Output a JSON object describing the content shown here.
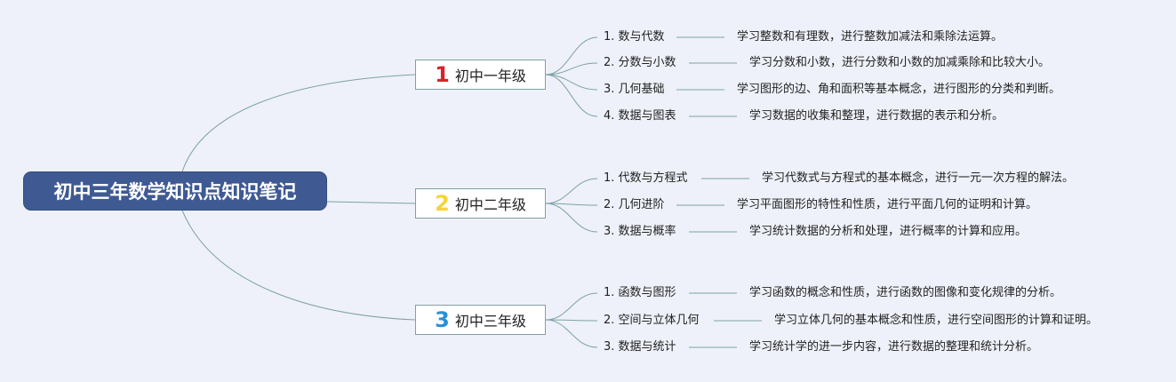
{
  "root": {
    "title": "初中三年数学知识点知识笔记"
  },
  "colors": {
    "root_bg": "#3f5a93",
    "connector": "#7fa1a4",
    "grade1_num": "#d8232a",
    "grade2_num": "#f5d339",
    "grade3_num": "#2a8fd6"
  },
  "grades": [
    {
      "number": "1",
      "label": "初中一年级",
      "topics": [
        {
          "name": "1. 数与代数",
          "desc": "学习整数和有理数，进行整数加减法和乘除法运算。"
        },
        {
          "name": "2. 分数与小数",
          "desc": "学习分数和小数，进行分数和小数的加减乘除和比较大小。"
        },
        {
          "name": "3. 几何基础",
          "desc": "学习图形的边、角和面积等基本概念，进行图形的分类和判断。"
        },
        {
          "name": "4. 数据与图表",
          "desc": "学习数据的收集和整理，进行数据的表示和分析。"
        }
      ]
    },
    {
      "number": "2",
      "label": "初中二年级",
      "topics": [
        {
          "name": "1. 代数与方程式",
          "desc": "学习代数式与方程式的基本概念，进行一元一次方程的解法。"
        },
        {
          "name": "2. 几何进阶",
          "desc": "学习平面图形的特性和性质，进行平面几何的证明和计算。"
        },
        {
          "name": "3. 数据与概率",
          "desc": "学习统计数据的分析和处理，进行概率的计算和应用。"
        }
      ]
    },
    {
      "number": "3",
      "label": "初中三年级",
      "topics": [
        {
          "name": "1. 函数与图形",
          "desc": "学习函数的概念和性质，进行函数的图像和变化规律的分析。"
        },
        {
          "name": "2. 空间与立体几何",
          "desc": "学习立体几何的基本概念和性质，进行空间图形的计算和证明。"
        },
        {
          "name": "3. 数据与统计",
          "desc": "学习统计学的进一步内容，进行数据的整理和统计分析。"
        }
      ]
    }
  ]
}
